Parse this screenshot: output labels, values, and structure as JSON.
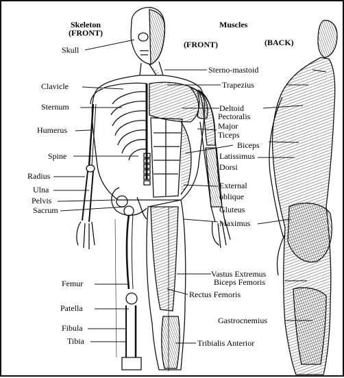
{
  "headings": {
    "skeleton_line1": "Skeleton",
    "skeleton_line2": "(FRONT)",
    "muscles": "Muscles",
    "muscles_front": "(FRONT)",
    "muscles_back": "(BACK)"
  },
  "skeleton_labels": [
    "Skull",
    "Clavicle",
    "Sternum",
    "Humerus",
    "Spine",
    "Radius",
    "Ulna",
    "Pelvis",
    "Sacrum",
    "Femur",
    "Patella",
    "Fibula",
    "Tibia"
  ],
  "muscle_labels": [
    "Sterno-mastoid",
    "Trapezius",
    "Deltoid",
    "Pectoralis",
    "Major",
    "Ticeps",
    "Biceps",
    "Latissimus",
    "Dorsi",
    "External",
    "oblique",
    "Gluteus",
    "Maximus",
    "Vastus Extremus",
    "Biceps Femoris",
    "Rectus Femoris",
    "Gastrocnemius",
    "Tribialis Anterior"
  ]
}
